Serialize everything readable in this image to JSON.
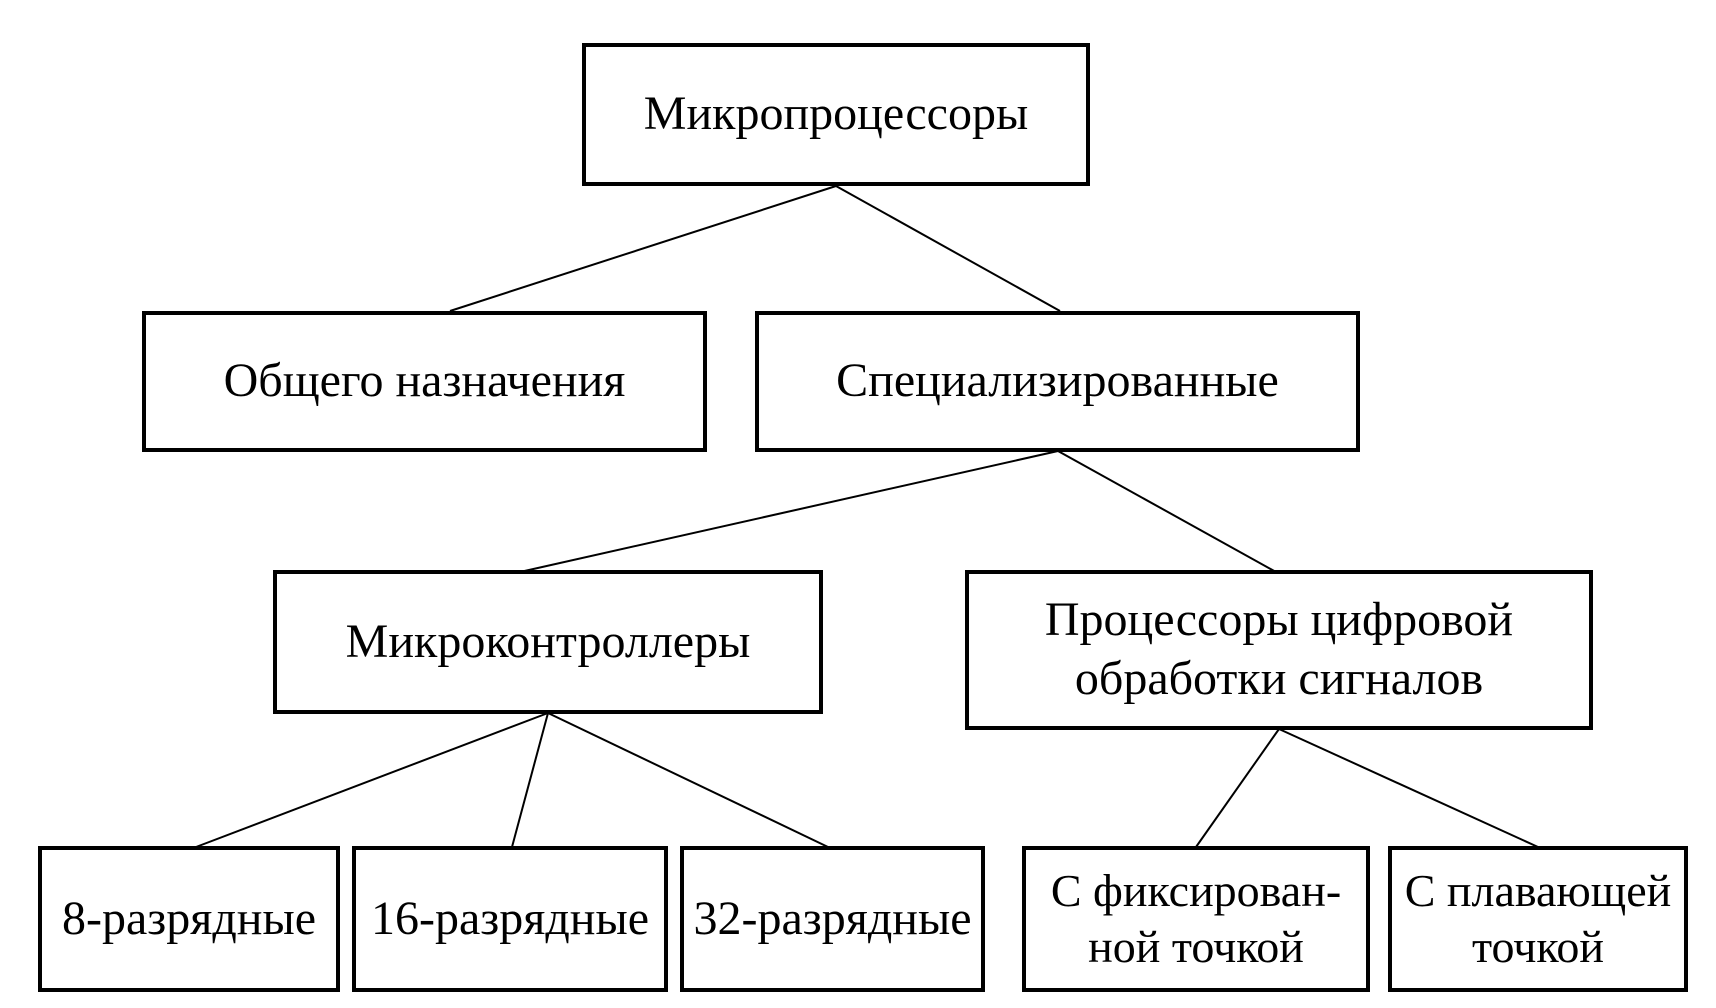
{
  "canvas": {
    "background_color": "#ffffff",
    "line_color": "#000000",
    "box_border_color": "#000000",
    "text_color": "#000000"
  },
  "diagram": {
    "type": "tree",
    "language": "ru",
    "nodes": {
      "root": {
        "lines": [
          "Микропроцессоры"
        ]
      },
      "general_purpose": {
        "lines": [
          "Общего назначения"
        ]
      },
      "specialized": {
        "lines": [
          "Специализированные"
        ]
      },
      "microcontrollers": {
        "lines": [
          "Микроконтроллеры"
        ]
      },
      "dsp": {
        "lines": [
          "Процессоры цифровой",
          "обработки сигналов"
        ]
      },
      "bit8": {
        "lines": [
          "8-разрядные"
        ]
      },
      "bit16": {
        "lines": [
          "16-разрядные"
        ]
      },
      "bit32": {
        "lines": [
          "32-разрядные"
        ]
      },
      "fixed_point": {
        "lines": [
          "С фиксирован-",
          "ной точкой"
        ]
      },
      "floating_point": {
        "lines": [
          "С плавающей",
          "точкой"
        ]
      }
    },
    "edges": [
      {
        "from": "root",
        "to": "general_purpose"
      },
      {
        "from": "root",
        "to": "specialized"
      },
      {
        "from": "specialized",
        "to": "microcontrollers"
      },
      {
        "from": "specialized",
        "to": "dsp"
      },
      {
        "from": "microcontrollers",
        "to": "bit8"
      },
      {
        "from": "microcontrollers",
        "to": "bit16"
      },
      {
        "from": "microcontrollers",
        "to": "bit32"
      },
      {
        "from": "dsp",
        "to": "fixed_point"
      },
      {
        "from": "dsp",
        "to": "floating_point"
      }
    ]
  }
}
